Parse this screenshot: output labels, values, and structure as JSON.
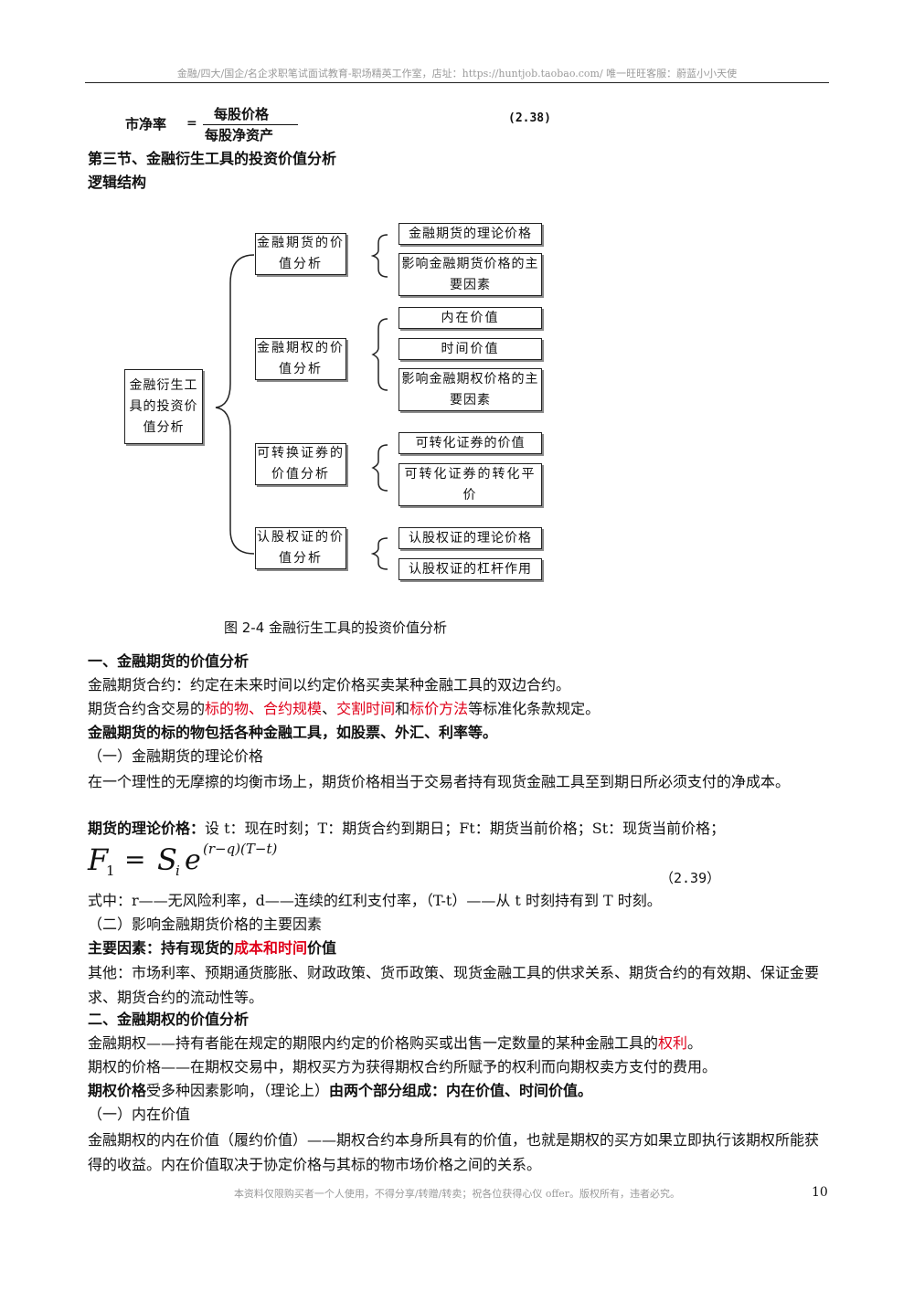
{
  "header": "金融/四大/国企/名企求职笔试面试教育-职场精英工作室，店址：https://huntjob.taobao.com/  唯一旺旺客服：蔚蓝小小天使",
  "formula_238": {
    "label": "市净率",
    "eq": "=",
    "numerator": "每股价格",
    "denominator": "每股净资产",
    "number": "(2.38)"
  },
  "section_title": "第三节、金融衍生工具的投资价值分析",
  "logic_title": "逻辑结构",
  "diagram": {
    "root": "金融衍生工具的投资价值分析",
    "branches": [
      {
        "label": "金融期货的价值分析",
        "children": [
          "金融期货的理论价格",
          "影响金融期货价格的主要因素"
        ]
      },
      {
        "label": "金融期权的价值分析",
        "children": [
          "内在价值",
          "时间价值",
          "影响金融期权价格的主要因素"
        ]
      },
      {
        "label": "可转换证券的价值分析",
        "children": [
          "可转化证券的价值",
          "可转化证券的转化平价"
        ]
      },
      {
        "label": "认股权证的价值分析",
        "children": [
          "认股权证的理论价格",
          "认股权证的杠杆作用"
        ]
      }
    ],
    "caption": "图 2-4   金融衍生工具的投资价值分析"
  },
  "content": {
    "h1": "一、金融期货的价值分析",
    "p1": "金融期货合约：约定在未来时间以约定价格买卖某种金融工具的双边合约。",
    "p2": {
      "a": "期货合约含交易的",
      "b": "标的物",
      "c": "、",
      "d": "合约规模",
      "e": "、",
      "f": "交割时间",
      "g": "和",
      "h": "标价方法",
      "i": "等标准化条款规定。"
    },
    "p3": "金融期货的标的物包括各种金融工具，如股票、外汇、利率等。",
    "sub1": "（一）金融期货的理论价格",
    "p4": "在一个理性的无摩擦的均衡市场上，期货价格相当于交易者持有现货金融工具至到期日所必须支付的净成本。",
    "p5": {
      "bold": "期货的理论价格：",
      "rest": "设 t：现在时刻；T：期货合约到期日；Ft：期货当前价格；St：现货当前价格；"
    },
    "eq239": {
      "F": "F",
      "sub1": "1",
      "eq": "=",
      "S": "S",
      "subi": "i",
      "e": "e",
      "exp": "(r−q)(T−t)",
      "number": "（2.39）"
    },
    "p6": "式中：r——无风险利率，d——连续的红利支付率，（T-t）——从 t 时刻持有到 T 时刻。",
    "sub2": "（二）影响金融期货价格的主要因素",
    "p7": {
      "a": "主要因素：持有现货的",
      "b": "成本和时间",
      "c": "价值"
    },
    "p8": "其他：市场利率、预期通货膨胀、财政政策、货币政策、现货金融工具的供求关系、期货合约的有效期、保证金要求、期货合约的流动性等。",
    "h2": "二、金融期权的价值分析",
    "p9": {
      "a": "金融期权——持有者能在规定的期限内约定的价格购买或出售一定数量的某种金融工具的",
      "b": "权利",
      "c": "。"
    },
    "p10": "期权的价格——在期权交易中，期权买方为获得期权合约所赋予的权利而向期权卖方支付的费用。",
    "p11": {
      "a": "期权价格",
      "b": "受多种因素影响，（理论上）",
      "c": "由两个部分组成：内在价值、时间价值。"
    },
    "sub3": "（一）内在价值",
    "p12": "金融期权的内在价值（履约价值）——期权合约本身所具有的价值，也就是期权的买方如果立即执行该期权所能获得的收益。内在价值取决于协定价格与其标的物市场价格之间的关系。"
  },
  "footer": "本资料仅限购买者一个人使用，不得分享/转赠/转卖；祝各位获得心仪 offer。版权所有，违者必究。",
  "page_number": "10"
}
